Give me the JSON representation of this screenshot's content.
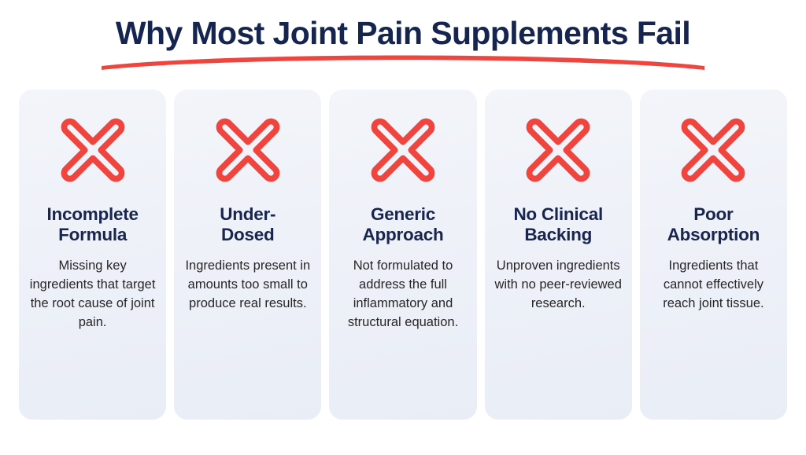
{
  "page": {
    "background_color": "#ffffff",
    "title": "Why Most Joint Pain Supplements Fail",
    "title_color": "#16254f",
    "accent_color": "#f0453f",
    "underline_icon": "red-swoosh-underline"
  },
  "cards": [
    {
      "icon": "red-x-icon",
      "title": "Incomplete\nFormula",
      "body": "Missing key ingredients that target the root cause of joint pain."
    },
    {
      "icon": "red-x-icon",
      "title": "Under-\nDosed",
      "body": "Ingredients present in amounts too small to produce real results."
    },
    {
      "icon": "red-x-icon",
      "title": "Generic\nApproach",
      "body": "Not formulated to address the full inflammatory and structural equation."
    },
    {
      "icon": "red-x-icon",
      "title": "No Clinical\nBacking",
      "body": "Unproven ingredients with no peer-reviewed research."
    },
    {
      "icon": "red-x-icon",
      "title": "Poor\nAbsorption",
      "body": "Ingredients that cannot effectively reach joint tissue."
    }
  ]
}
